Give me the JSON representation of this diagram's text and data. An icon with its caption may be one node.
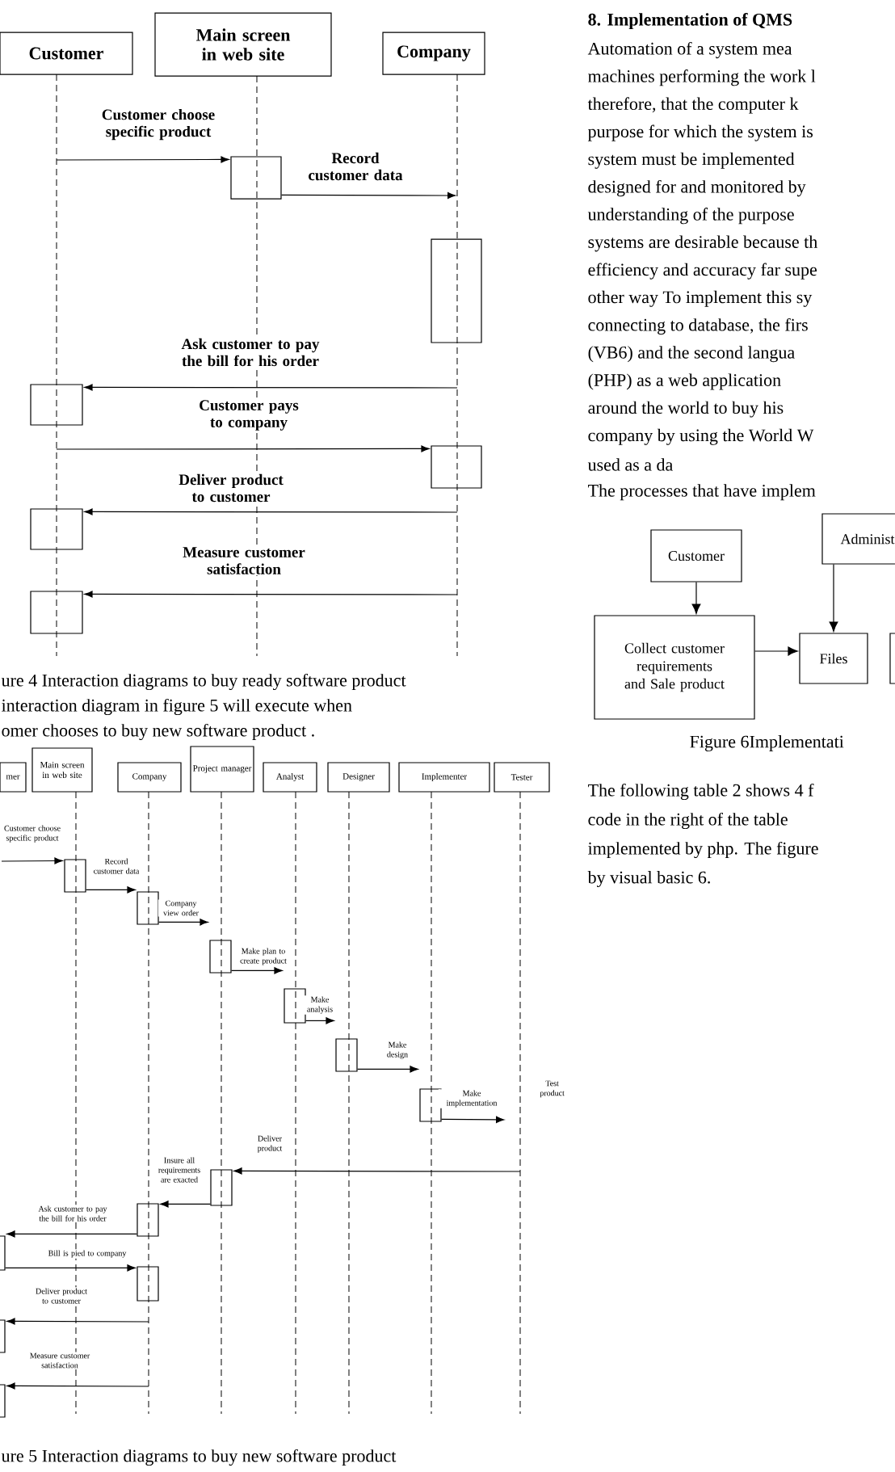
{
  "diagram": {
    "nodes": [
      {
        "text": [
          "Customer"
        ]
      },
      {
        "text": [
          "Main screen in web site"
        ]
      },
      {
        "text": [
          "Company"
        ]
      },
      {
        "text": [],
        "shape": "box"
      },
      {
        "text": [],
        "shape": "box"
      },
      {
        "text": [],
        "shape": "box"
      },
      {
        "text": [],
        "shape": "box"
      },
      {
        "text": [],
        "shape": "box"
      },
      {
        "text": [],
        "shape": "box"
      },
      {
        "text": [
          "mer"
        ]
      },
      {
        "text": [
          "Main screen in web site"
        ]
      },
      {
        "text": [
          "Company"
        ]
      },
      {
        "text": [
          "Project manager"
        ]
      },
      {
        "text": [
          "Analyst"
        ]
      },
      {
        "text": [
          "Designer"
        ]
      },
      {
        "text": [
          "Implementer"
        ]
      },
      {
        "text": [
          "Tester"
        ]
      },
      {
        "text": [],
        "shape": "box"
      },
      {
        "text": [],
        "shape": "box"
      },
      {
        "text": [],
        "shape": "box"
      },
      {
        "text": [],
        "shape": "box"
      },
      {
        "text": [],
        "shape": "box"
      },
      {
        "text": [],
        "shape": "box"
      },
      {
        "text": [],
        "shape": "box"
      },
      {
        "text": [],
        "shape": "box"
      },
      {
        "text": [],
        "shape": "box"
      },
      {
        "text": [
          "Customer"
        ]
      },
      {
        "text": [
          "Administ"
        ]
      },
      {
        "text": [
          "Collect customer requirements and Sale product"
        ]
      },
      {
        "text": [
          "Files"
        ]
      },
      {
        "text": [],
        "shape": "box"
      },
      {
        "text": [],
        "shape": "box"
      },
      {
        "text": [],
        "shape": "box"
      },
      {
        "text": [],
        "shape": "box"
      }
    ],
    "edges": [
      {
        "from": null,
        "to": 3,
        "arrow": "to",
        "label": "Customer choose specific product"
      },
      {
        "from": 3,
        "to": null,
        "arrow": "to",
        "label": "Record customer data"
      },
      {
        "from": null,
        "to": 5,
        "arrow": "to",
        "label": "Ask customer to pay the bill for his order"
      },
      {
        "from": null,
        "to": 6,
        "arrow": "to",
        "label": "Customer pays to company"
      },
      {
        "from": null,
        "to": 7,
        "arrow": "to",
        "label": "Deliver product to customer"
      },
      {
        "from": null,
        "to": 8,
        "arrow": "to",
        "label": "Measure customer satisfaction"
      },
      {
        "from": null,
        "to": 17,
        "arrow": "to",
        "label": "Customer choose specific product"
      },
      {
        "from": 17,
        "to": 18,
        "arrow": "to",
        "label": "Record customer data"
      },
      {
        "from": 18,
        "to": 19,
        "arrow": "to",
        "label": "Company view order"
      },
      {
        "from": 19,
        "to": 20,
        "arrow": "to",
        "label": "Make plan to create product"
      },
      {
        "from": 20,
        "to": 21,
        "arrow": "to",
        "label": "Make analysis"
      },
      {
        "from": 21,
        "to": 22,
        "arrow": "to",
        "label": "Make design"
      },
      {
        "from": 22,
        "to": null,
        "arrow": "to",
        "label": "Make implementation"
      },
      {
        "from": null,
        "to": 23,
        "arrow": "to",
        "label": "Deliver product"
      },
      {
        "from": 23,
        "to": 24,
        "arrow": "to",
        "label": "Insure all requirements are exacted"
      },
      {
        "from": 24,
        "to": 31,
        "arrow": "to",
        "label": "Ask customer to pay the bill for his order"
      },
      {
        "from": 31,
        "to": 25,
        "arrow": "to",
        "label": "Bill is pied to company"
      },
      {
        "from": null,
        "to": 32,
        "arrow": "to",
        "label": "Deliver product to customer"
      },
      {
        "from": null,
        "to": 33,
        "arrow": "to",
        "label": "Measure customer satisfaction"
      },
      {
        "from": 26,
        "to": 28,
        "arrow": "to"
      },
      {
        "from": 27,
        "to": 29,
        "arrow": "to"
      },
      {
        "from": 28,
        "to": 29,
        "arrow": "to"
      }
    ],
    "labels": [
      "8. Implementation of QMS",
      "Automation of a system mea",
      "machines performing the work l",
      "therefore, that the computer k",
      "purpose for which the system is",
      "system must be implemented",
      "designed for and monitored by",
      "understanding of the purpose",
      "systems are desirable because th",
      "efficiency and accuracy far supe",
      "other way To implement this sy",
      "connecting to database, the firs",
      "(VB6) and the second langua",
      "(PHP) as a web application",
      "around the world to buy his",
      "company by using the World W",
      "used as a da",
      "The processes that have implem",
      "ure 4 Interaction diagrams to buy ready software product",
      "interaction diagram in figure 5 will execute when",
      "omer chooses to buy new software product .",
      "Figure 6Implementati",
      "The following table 2 shows 4 f",
      "code in the right of the table",
      "implemented by php. The figure",
      "by visual basic 6.",
      "Test product",
      "ure 5 Interaction diagrams to buy new software product"
    ]
  }
}
